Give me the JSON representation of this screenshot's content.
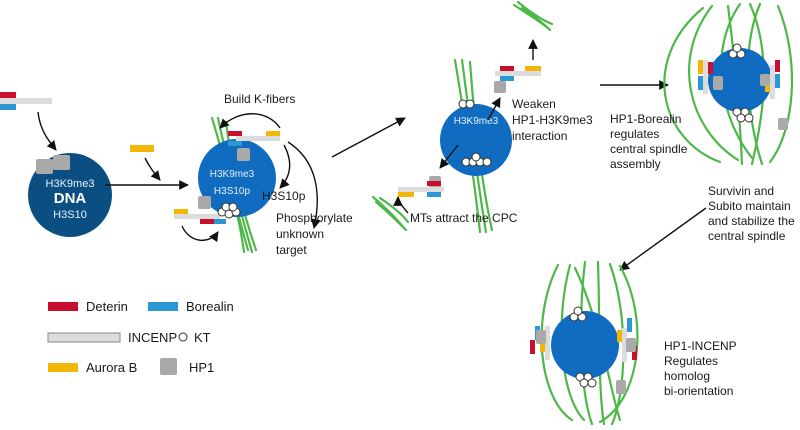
{
  "colors": {
    "deterin": "#c8102e",
    "borealin": "#2b97d4",
    "incenp": "#dcdcdc",
    "aurora_b": "#f2b705",
    "hp1": "#a9a9a9",
    "chromatin_dark": "#0b4f82",
    "chromatin": "#0f6cc0",
    "microtubule": "#4db848"
  },
  "stage1": {
    "label_h3k9me3": "H3K9me3",
    "label_dna": "DNA",
    "label_h3s10": "H3S10"
  },
  "stage2": {
    "label_h3k9me3": "H3K9me3",
    "label_h3s10p_inner": "H3S10p",
    "label_build": "Build K-fibers",
    "label_h3s10p": "H3S10p",
    "label_phospho": [
      "Phosphorylate",
      "unknown",
      "target"
    ]
  },
  "stage3": {
    "label_h3k9me3": "H3K9me3",
    "label_weaken": [
      "Weaken",
      "HP1-H3K9me3",
      "interaction"
    ],
    "label_mts": "MTs attract the CPC"
  },
  "stage4": {
    "label_hp1_borealin": [
      "HP1-Borealin",
      "regulates",
      "central spindle",
      "assembly"
    ],
    "label_survivin": [
      "Survivin and",
      "Subito maintain",
      "and stabilize the",
      "central spindle"
    ]
  },
  "stage5": {
    "label_hp1_incenp": [
      "HP1-INCENP",
      "Regulates",
      "homolog",
      "bi-orientation"
    ]
  },
  "legend": {
    "deterin": "Deterin",
    "borealin": "Borealin",
    "incenp": "INCENP",
    "kt": "KT",
    "aurora_b": "Aurora B",
    "hp1": "HP1"
  }
}
